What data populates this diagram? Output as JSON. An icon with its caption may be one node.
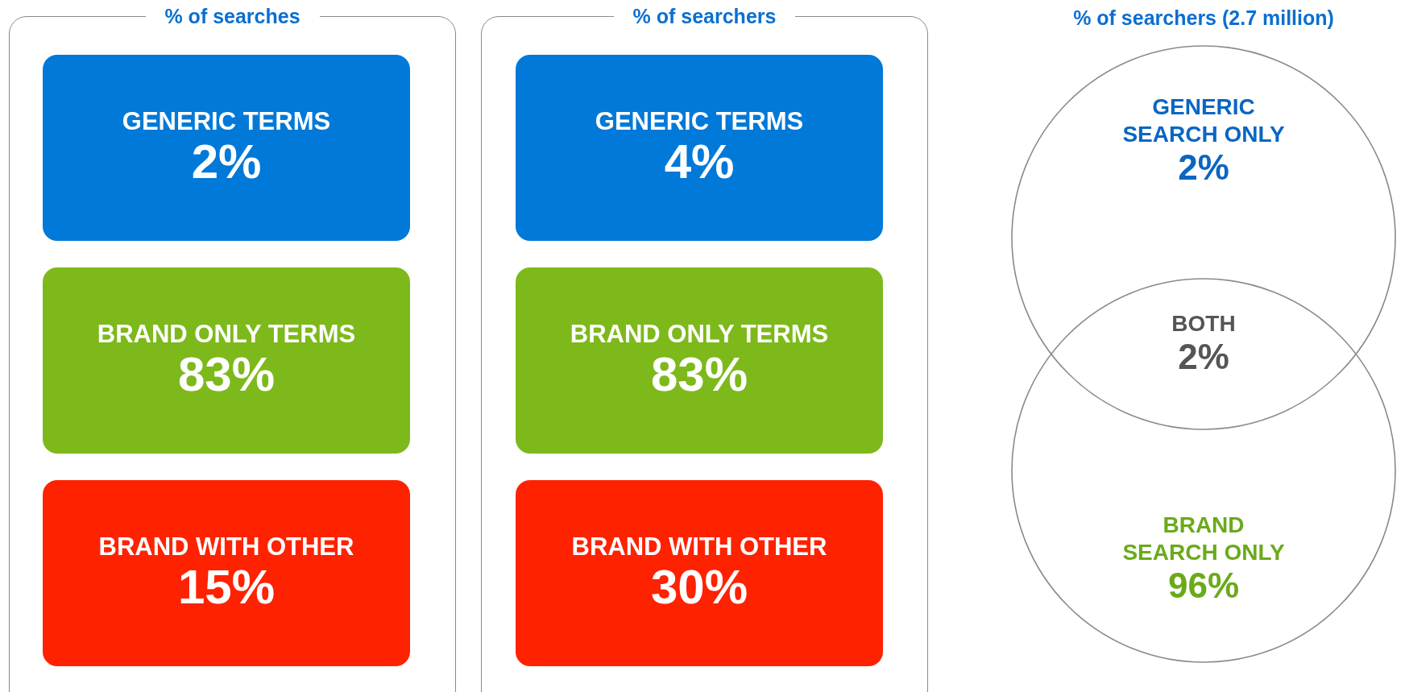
{
  "diagram": {
    "nodes": [
      {
        "text": [
          "% of searches"
        ]
      },
      {
        "text": [
          "GENERIC TERMS",
          "2%"
        ],
        "in": 0
      },
      {
        "text": [
          "BRAND ONLY TERMS",
          "83%"
        ],
        "in": 0
      },
      {
        "text": [
          "BRAND WITH OTHER",
          "15%"
        ],
        "in": 0
      },
      {
        "text": [
          "% of searchers"
        ]
      },
      {
        "text": [
          "GENERIC TERMS",
          "4%"
        ],
        "in": 4
      },
      {
        "text": [
          "BRAND ONLY TERMS",
          "83%"
        ],
        "in": 4
      },
      {
        "text": [
          "BRAND WITH OTHER",
          "30%"
        ],
        "in": 4
      },
      {
        "text": [
          "GENERIC SEARCH ONLY",
          "2%"
        ]
      },
      {
        "text": [
          "BRAND SEARCH ONLY",
          "96%"
        ]
      },
      {
        "text": [
          "BOTH",
          "2%"
        ]
      }
    ],
    "labels": [
      "% of searchers (2.7 million)"
    ]
  }
}
